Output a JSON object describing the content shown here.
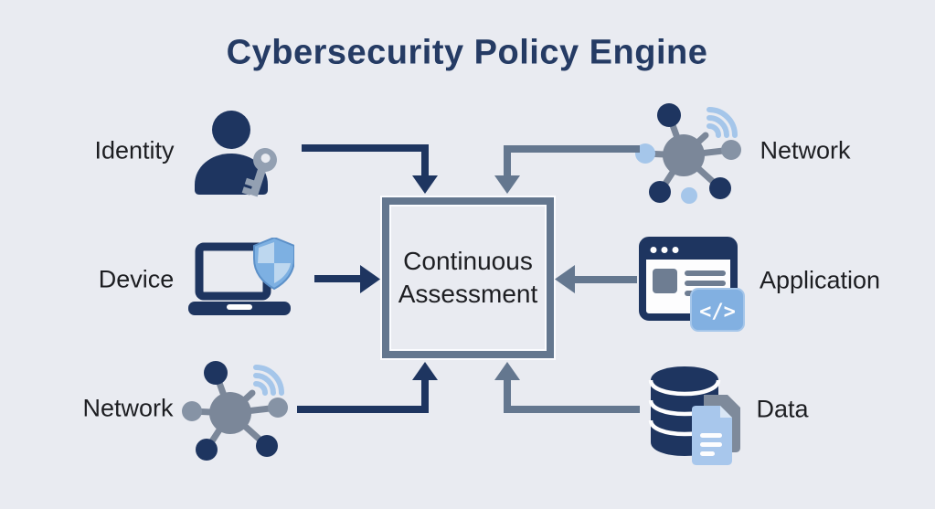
{
  "title": "Cybersecurity Policy Engine",
  "center_box": {
    "line1": "Continuous",
    "line2": "Assessment"
  },
  "nodes": {
    "identity": {
      "label": "Identity",
      "icon": "user-key-icon"
    },
    "device": {
      "label": "Device",
      "icon": "laptop-shield-icon"
    },
    "network_left": {
      "label": "Network",
      "icon": "network-hub-icon"
    },
    "network_right": {
      "label": "Network",
      "icon": "network-hub-icon"
    },
    "application": {
      "label": "Application",
      "icon": "browser-code-icon"
    },
    "data": {
      "label": "Data",
      "icon": "database-doc-icon"
    }
  },
  "app_icon_code_glyph": "</>",
  "colors": {
    "bg": "#e9ebf1",
    "navy": "#1e3560",
    "slate": "#64778f",
    "steel": "#7b8799",
    "graynode": "#8693a5",
    "keygray": "#93a0b2",
    "blue": "#7db0e2",
    "lightblue": "#a5c6ea",
    "paleblue": "#bdd7ef",
    "badgeblue": "#82b0e1",
    "docblue": "#a8c7ec",
    "docfold": "#d9e6f5",
    "contentgray": "#6e7d92",
    "docgray": "#7e8a9b",
    "ink": "#1d1e22",
    "title_color": "#253b64",
    "white": "#fdfdfe"
  }
}
